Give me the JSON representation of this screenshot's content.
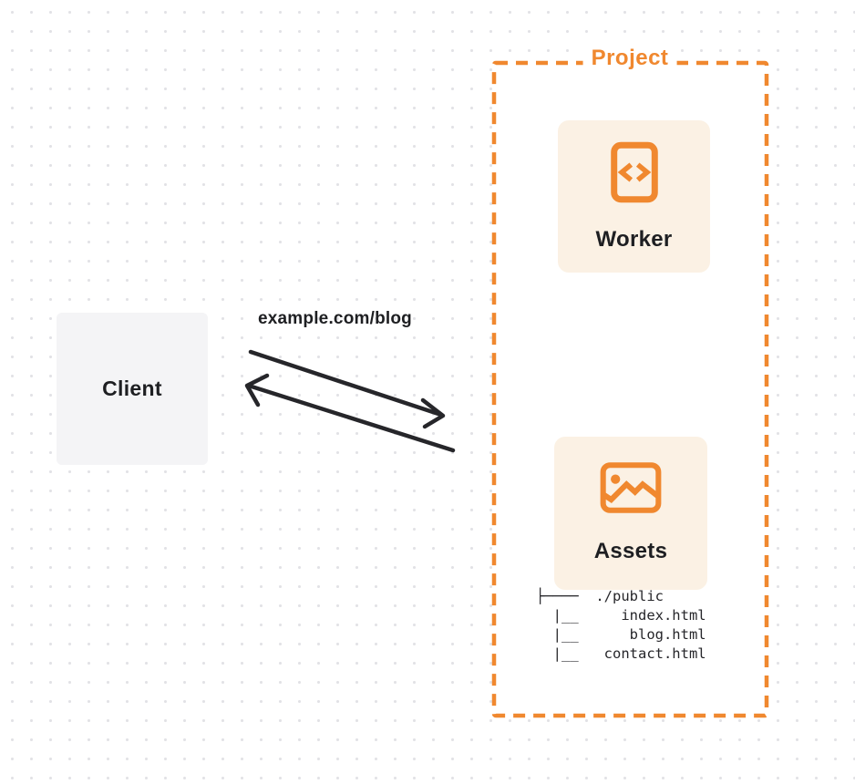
{
  "colors": {
    "orange": "#f0882f",
    "card_bg": "#fbf1e4",
    "client_bg": "#f4f4f6",
    "arrow": "#26262a",
    "text_dark": "#1e1f22",
    "dot_grid": "#e2e2e6"
  },
  "client": {
    "label": "Client"
  },
  "request": {
    "url_label": "example.com/blog"
  },
  "project": {
    "label": "Project",
    "worker": {
      "label": "Worker",
      "icon": "code-file-icon"
    },
    "assets": {
      "label": "Assets",
      "icon": "image-icon",
      "file_tree": {
        "root": "./public",
        "files": [
          "index.html",
          "blog.html",
          "contact.html"
        ],
        "ascii": "├────  ./public\n  |__     index.html\n  |__      blog.html\n  |__   contact.html"
      }
    }
  }
}
